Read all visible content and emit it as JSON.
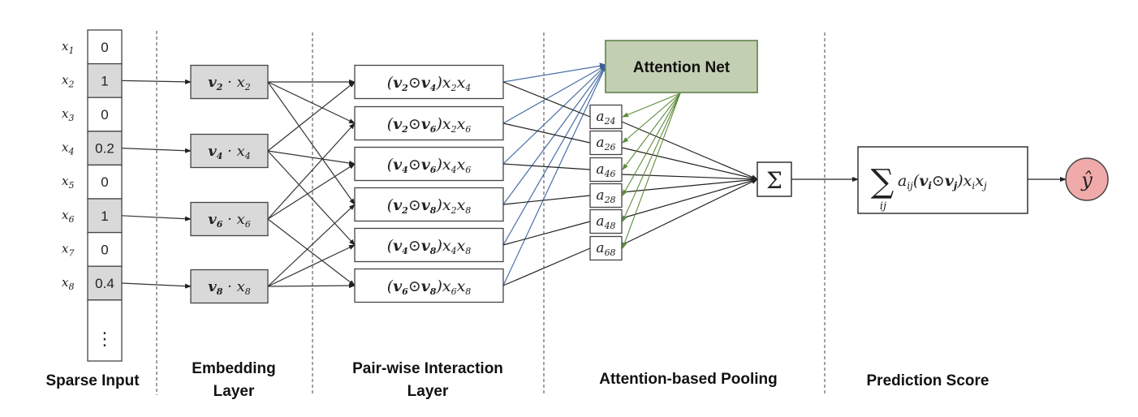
{
  "sections": [
    {
      "id": "sparse",
      "label": [
        "Sparse Input"
      ]
    },
    {
      "id": "embedding",
      "label": [
        "Embedding",
        "Layer"
      ]
    },
    {
      "id": "pairwise",
      "label": [
        "Pair-wise Interaction",
        "Layer"
      ]
    },
    {
      "id": "pooling",
      "label": [
        "Attention-based Pooling"
      ]
    },
    {
      "id": "prediction",
      "label": [
        "Prediction Score"
      ]
    }
  ],
  "sparse_input": {
    "features": [
      {
        "name": "x",
        "index": "1",
        "value": "0",
        "active": false
      },
      {
        "name": "x",
        "index": "2",
        "value": "1",
        "active": true
      },
      {
        "name": "x",
        "index": "3",
        "value": "0",
        "active": false
      },
      {
        "name": "x",
        "index": "4",
        "value": "0.2",
        "active": true
      },
      {
        "name": "x",
        "index": "5",
        "value": "0",
        "active": false
      },
      {
        "name": "x",
        "index": "6",
        "value": "1",
        "active": true
      },
      {
        "name": "x",
        "index": "7",
        "value": "0",
        "active": false
      },
      {
        "name": "x",
        "index": "8",
        "value": "0.4",
        "active": true
      }
    ],
    "ellipsis": "⋮"
  },
  "embeddings": [
    {
      "v": "v",
      "i": "2",
      "x": "x"
    },
    {
      "v": "v",
      "i": "4",
      "x": "x"
    },
    {
      "v": "v",
      "i": "6",
      "x": "x"
    },
    {
      "v": "v",
      "i": "8",
      "x": "x"
    }
  ],
  "interactions": [
    {
      "i": "2",
      "j": "4"
    },
    {
      "i": "2",
      "j": "6"
    },
    {
      "i": "4",
      "j": "6"
    },
    {
      "i": "2",
      "j": "8"
    },
    {
      "i": "4",
      "j": "8"
    },
    {
      "i": "6",
      "j": "8"
    }
  ],
  "attention_net": {
    "label": "Attention Net",
    "fill": "#c2cfb2",
    "stroke": "#7a9463"
  },
  "attention_weights": [
    {
      "name": "a",
      "sub": "24"
    },
    {
      "name": "a",
      "sub": "26"
    },
    {
      "name": "a",
      "sub": "46"
    },
    {
      "name": "a",
      "sub": "28"
    },
    {
      "name": "a",
      "sub": "48"
    },
    {
      "name": "a",
      "sub": "68"
    }
  ],
  "sum_symbol": "Σ",
  "prediction_formula": {
    "sum": "∑",
    "below": "ij",
    "body": "a",
    "body_sub": "ij"
  },
  "output": {
    "symbol": "ŷ",
    "fill": "#f1aaaa"
  },
  "colors": {
    "to_attention": "#4a6fa5",
    "from_attention": "#5e8c3a",
    "embed_fill": "#d9d9d9",
    "line": "#222222"
  }
}
